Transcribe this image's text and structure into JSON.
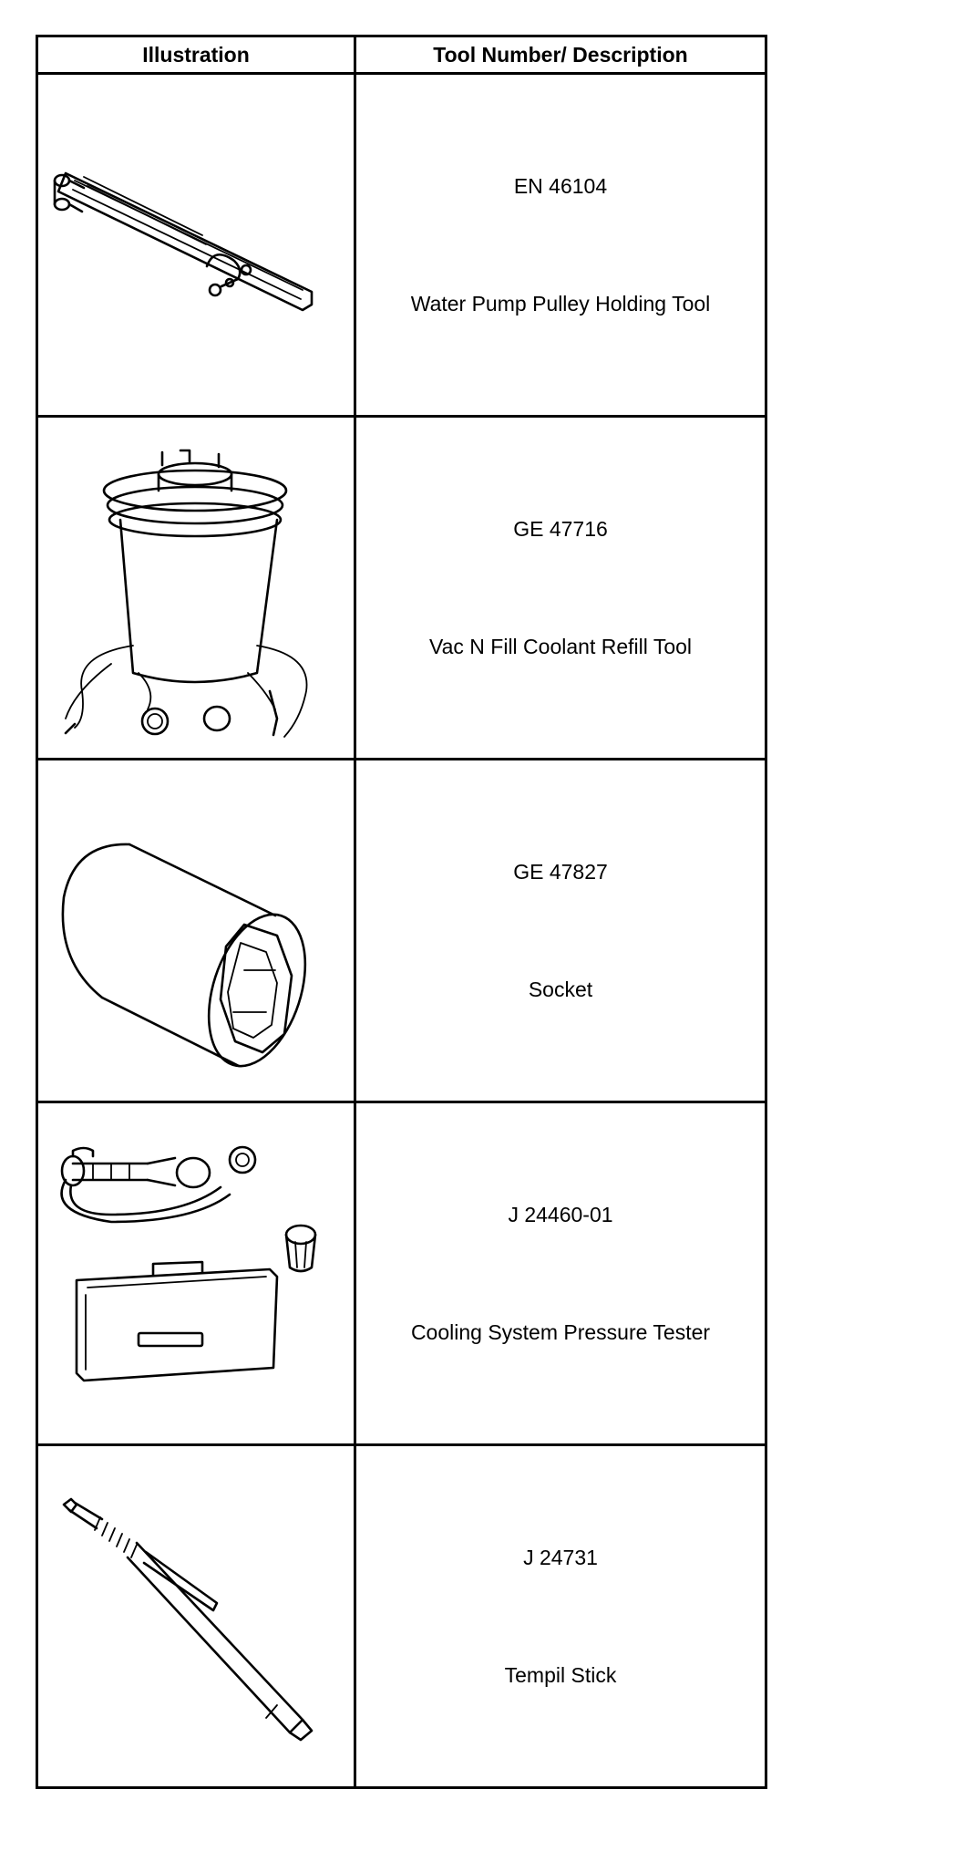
{
  "table": {
    "headers": {
      "illustration": "Illustration",
      "tool": "Tool Number/ Description"
    },
    "rows": [
      {
        "number": "EN 46104",
        "description": "Water Pump Pulley Holding Tool",
        "icon": "pulley-holding-tool-icon"
      },
      {
        "number": "GE 47716",
        "description": "Vac N Fill Coolant Refill Tool",
        "icon": "coolant-refill-tool-icon"
      },
      {
        "number": "GE 47827",
        "description": "Socket",
        "icon": "socket-icon"
      },
      {
        "number": "J 24460-01",
        "description": "Cooling System Pressure Tester",
        "icon": "pressure-tester-icon"
      },
      {
        "number": "J 24731",
        "description": "Tempil Stick",
        "icon": "tempil-stick-icon"
      }
    ]
  }
}
